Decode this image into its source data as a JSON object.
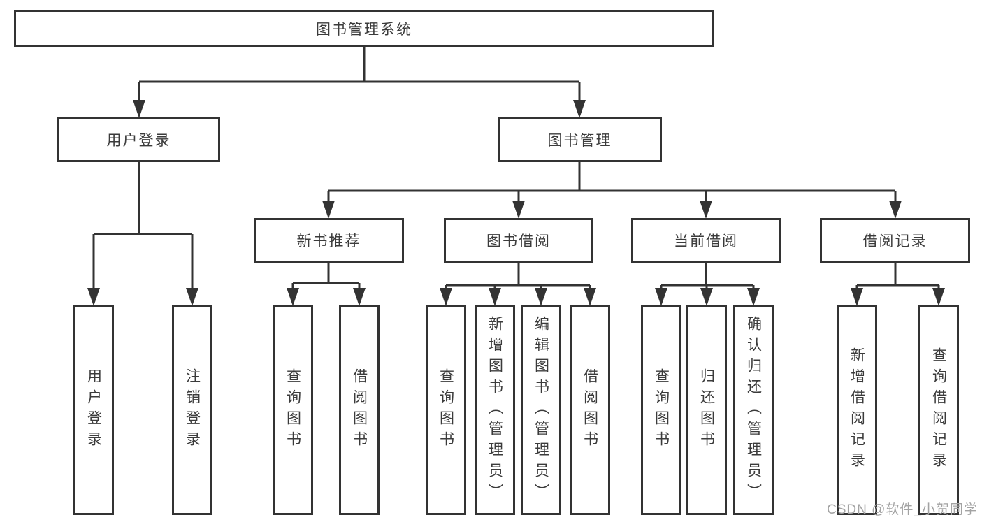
{
  "tree": {
    "root": {
      "label": "图书管理系统",
      "children": [
        {
          "label": "用户登录",
          "children": [
            {
              "label": "用户登录"
            },
            {
              "label": "注销登录"
            }
          ]
        },
        {
          "label": "图书管理",
          "children": [
            {
              "label": "新书推荐",
              "children": [
                {
                  "label": "查询图书"
                },
                {
                  "label": "借阅图书"
                }
              ]
            },
            {
              "label": "图书借阅",
              "children": [
                {
                  "label": "查询图书"
                },
                {
                  "label": "新增图书（管理员）"
                },
                {
                  "label": "编辑图书（管理员）"
                },
                {
                  "label": "借阅图书"
                }
              ]
            },
            {
              "label": "当前借阅",
              "children": [
                {
                  "label": "查询图书"
                },
                {
                  "label": "归还图书"
                },
                {
                  "label": "确认归还（管理员）"
                }
              ]
            },
            {
              "label": "借阅记录",
              "children": [
                {
                  "label": "新增借阅记录"
                },
                {
                  "label": "查询借阅记录"
                }
              ]
            }
          ]
        }
      ]
    }
  },
  "watermark": {
    "text": "CSDN @软件_小贺同学"
  },
  "colors": {
    "line": "#333333",
    "border": "#333333",
    "text": "#3b3b3b",
    "watermark": "#a3a3a3",
    "background": "#ffffff"
  }
}
